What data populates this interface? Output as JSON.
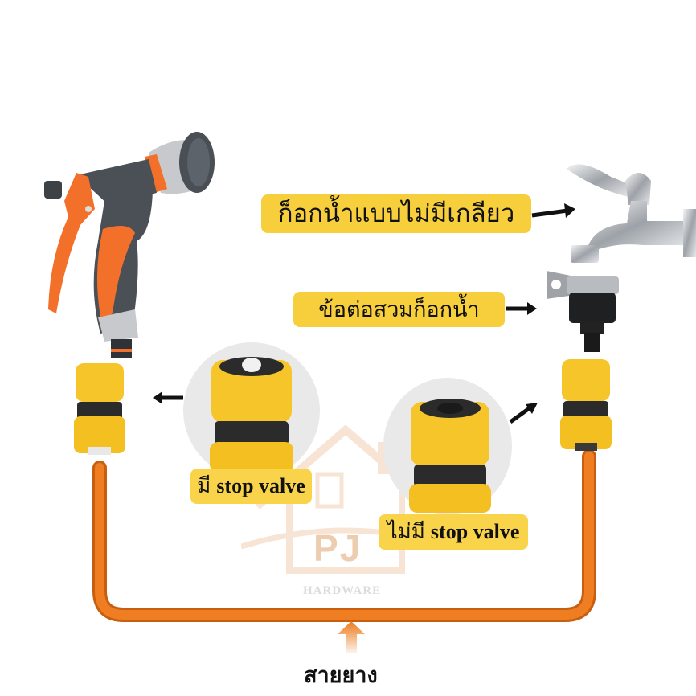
{
  "labels": {
    "faucet": "ก็อกน้ำแบบไม่มีเกลียว",
    "faucet_adapter": "ข้อต่อสวมก็อกน้ำ",
    "with_stop_valve_th": "มี",
    "with_stop_valve_en": "stop valve",
    "without_stop_valve_th": "ไม่มี",
    "without_stop_valve_en": "stop valve",
    "hose": "สายยาง"
  },
  "watermark": {
    "brand": "PJ",
    "subtitle": "HARDWARE"
  },
  "items": [
    {
      "name": "spray-nozzle-gun",
      "description": "spray gun with grey and orange body"
    },
    {
      "name": "faucet",
      "description": "chrome non-threaded tap"
    },
    {
      "name": "faucet-adapter",
      "description": "black tap adapter with metal clamp"
    },
    {
      "name": "quick-connector-with-stop-valve",
      "description": "yellow quick connector"
    },
    {
      "name": "quick-connector-without-stop-valve",
      "description": "yellow quick connector"
    }
  ],
  "colors": {
    "label_bg": "#f7cf3d",
    "hose_orange": "#ec7a1c",
    "connector_yellow": "#f6c52a",
    "connector_black": "#2b2b2b",
    "gun_grey": "#4b5056",
    "gun_orange": "#f2702a",
    "chrome": "#c9ccd0"
  }
}
